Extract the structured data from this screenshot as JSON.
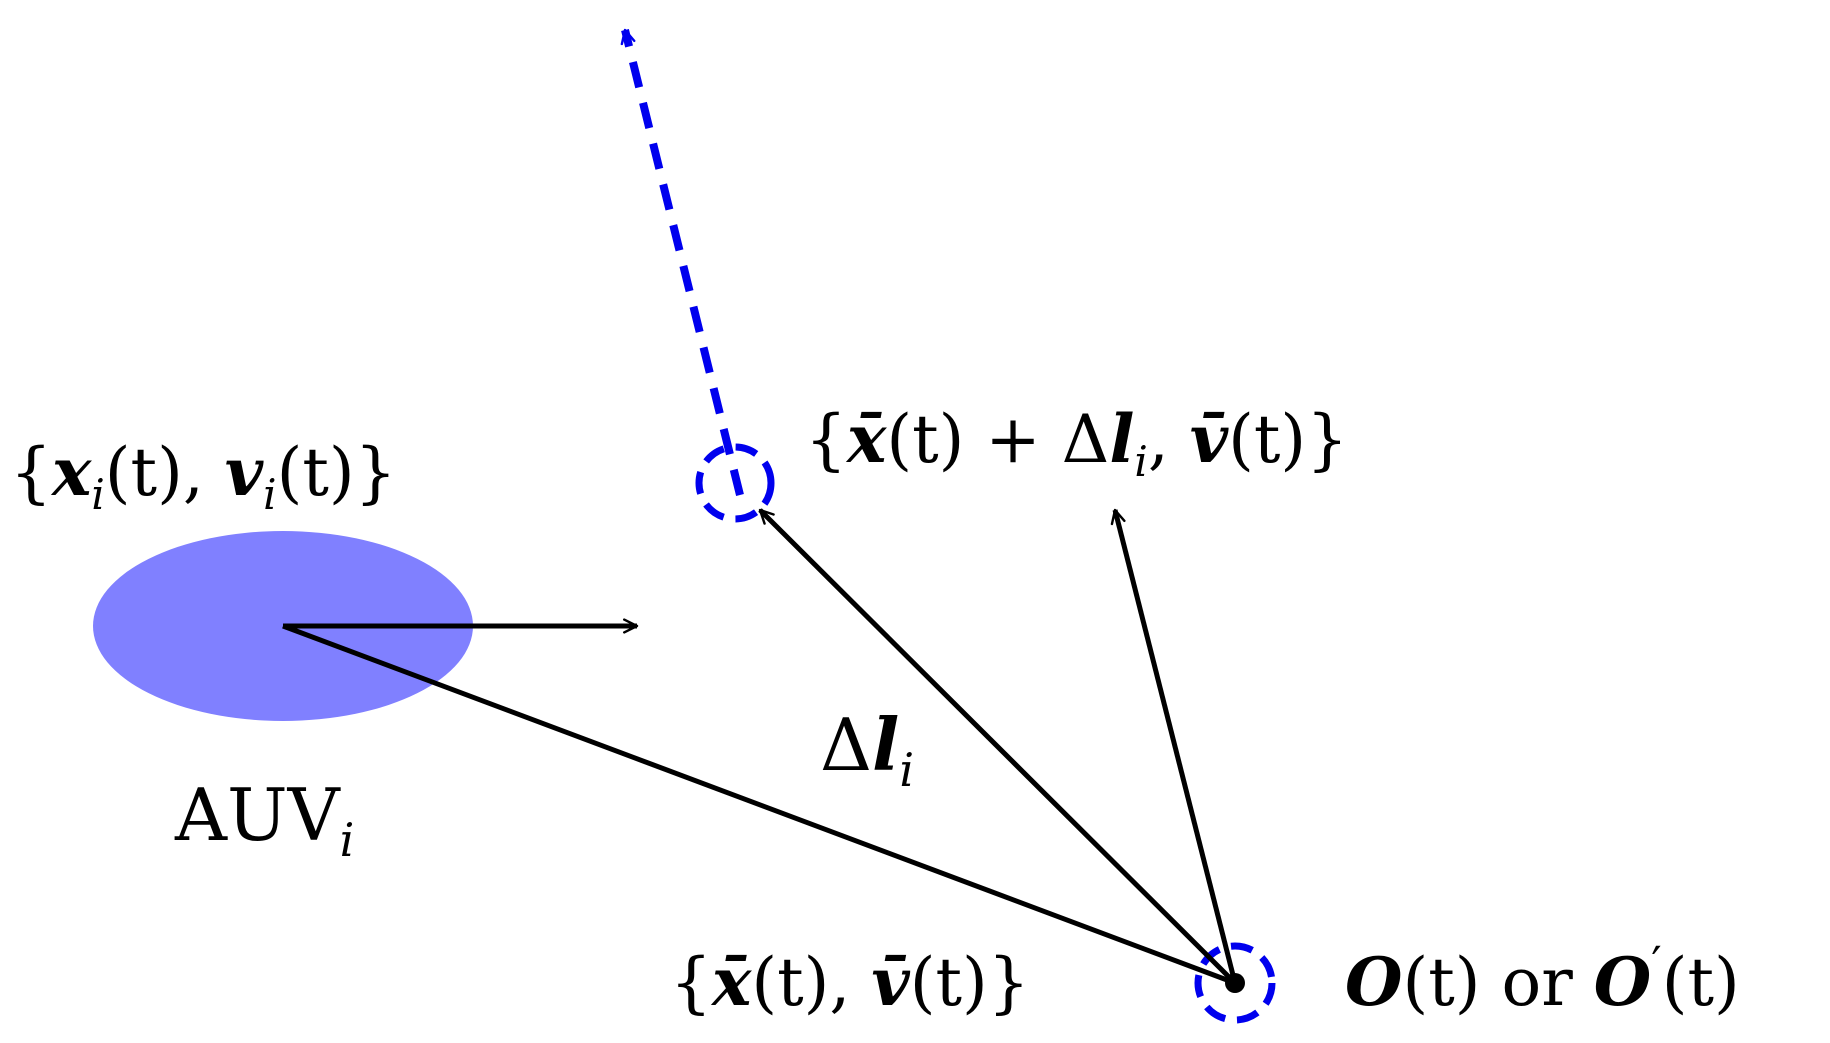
{
  "labels": {
    "auv_state": {
      "open": "{",
      "x": "x",
      "x_sub": "i",
      "x_arg": "(t), ",
      "v": "v",
      "v_sub": "i",
      "v_arg": "(t)",
      "close": "}"
    },
    "auv_name": {
      "main": "AUV",
      "sub": "i"
    },
    "target_state": {
      "open": "{",
      "xbar": "x̄",
      "xbar_arg": "(t) + Δ",
      "l": "l",
      "l_sub": "i",
      "sep": ", ",
      "vbar": "v̄",
      "vbar_arg": "(t)",
      "close": "}"
    },
    "delta_l": {
      "delta": "Δ",
      "l": "l",
      "sub": "i"
    },
    "virtual_leader_state": {
      "open": "{",
      "xbar": "x̄",
      "xbar_arg": "(t), ",
      "vbar": "v̄",
      "vbar_arg": "(t)",
      "close": "}"
    },
    "origin": {
      "o1": "O",
      "o1_arg": "(t) ",
      "or": "or",
      "o2": "O",
      "prime": "′",
      "o2_arg": "(t)"
    }
  },
  "colors": {
    "auv_fill": "#8080ff",
    "trajectory": "#0000ee",
    "arrow": "#000000",
    "text": "#000000"
  }
}
